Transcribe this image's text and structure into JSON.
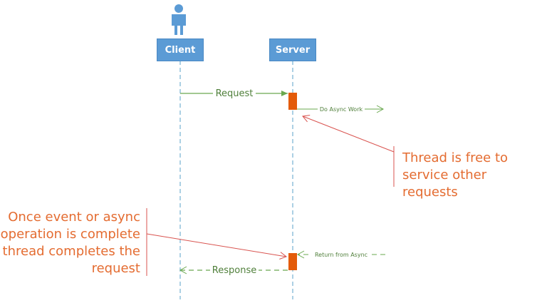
{
  "diagram": {
    "actors": [
      {
        "id": "client",
        "label": "Client"
      },
      {
        "id": "server",
        "label": "Server"
      }
    ],
    "messages": {
      "request": "Request",
      "do_async_work": "Do Async Work",
      "return_from_async": "Return from Async",
      "response": "Response"
    },
    "notes": {
      "thread_free": [
        "Thread is free to",
        "service other requests"
      ],
      "once_event": [
        "Once event or async",
        "operation is complete",
        "thread completes the",
        "request"
      ]
    },
    "colors": {
      "actor_fill": "#5b9bd5",
      "lifeline": "#7fb7d6",
      "message": "#6aa84f",
      "activation": "#e35b0a",
      "note_text": "#e46c31",
      "note_line": "#d9534f"
    },
    "icons": [
      "person-icon"
    ]
  }
}
